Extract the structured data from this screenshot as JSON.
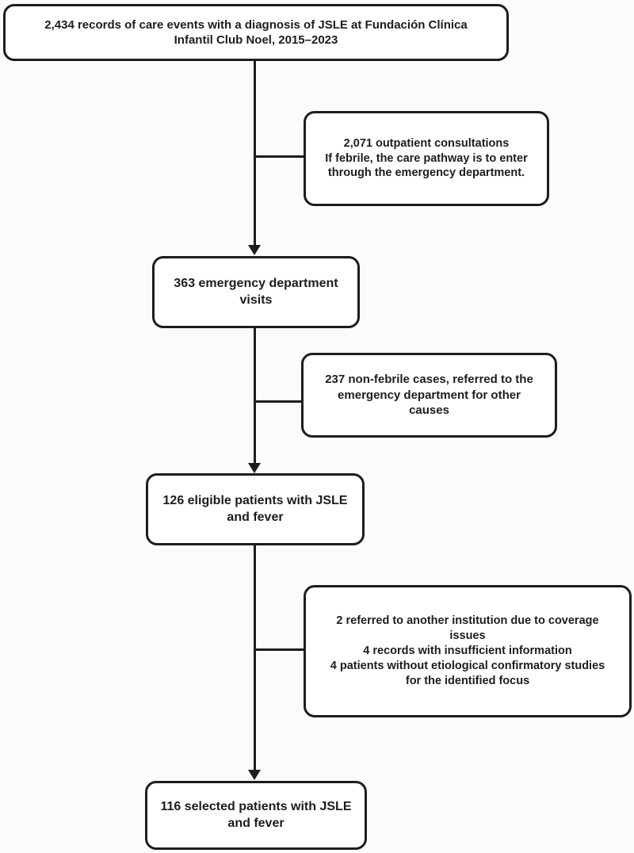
{
  "diagram": {
    "figure_type": "flowchart",
    "colors": {
      "line": "#1d1d1d",
      "text": "#1d1d1d",
      "box_background": "#ffffff",
      "page_background": "#fbfbfb"
    },
    "nodes": [
      {
        "id": "total-records",
        "lines": [
          "2,434 records of care events with a diagnosis of JSLE at Fundación Clínica",
          "Infantil Club Noel, 2015–2023"
        ]
      },
      {
        "id": "outpatient-consultations",
        "lines": [
          "2,071 outpatient consultations",
          "If febrile, the care pathway is to enter",
          "through the emergency department."
        ]
      },
      {
        "id": "emergency-visits",
        "lines": [
          "363 emergency department",
          "visits"
        ]
      },
      {
        "id": "non-febrile-cases",
        "lines": [
          "237 non-febrile cases, referred to the",
          "emergency department for other",
          "causes"
        ]
      },
      {
        "id": "eligible-patients",
        "lines": [
          "126 eligible patients with JSLE",
          "and fever"
        ]
      },
      {
        "id": "exclusions",
        "lines": [
          "2 referred to another institution due to coverage",
          "issues",
          "4 records with insufficient information",
          "4 patients without etiological confirmatory studies",
          "for the identified focus"
        ]
      },
      {
        "id": "selected-patients",
        "lines": [
          "116 selected patients with JSLE",
          "and fever"
        ]
      }
    ],
    "edges": [
      {
        "from": "total-records",
        "to": "emergency-visits",
        "type": "arrow"
      },
      {
        "from": "total-records",
        "to": "outpatient-consultations",
        "type": "branch"
      },
      {
        "from": "emergency-visits",
        "to": "eligible-patients",
        "type": "arrow"
      },
      {
        "from": "emergency-visits",
        "to": "non-febrile-cases",
        "type": "branch"
      },
      {
        "from": "eligible-patients",
        "to": "selected-patients",
        "type": "arrow"
      },
      {
        "from": "eligible-patients",
        "to": "exclusions",
        "type": "branch"
      }
    ]
  }
}
